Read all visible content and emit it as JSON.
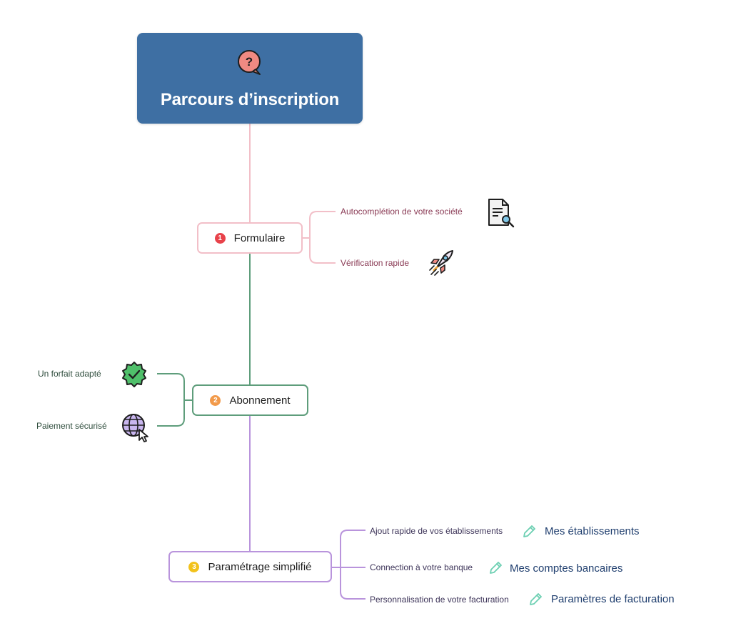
{
  "title": {
    "text": "Parcours d’inscription",
    "icon": "question-speech-bubble-icon"
  },
  "steps": [
    {
      "number": "1",
      "label": "Formulaire",
      "color": "#f2bfc8",
      "badge_color": "#e8424a",
      "items": [
        {
          "label": "Autocomplétion de votre société",
          "icon": "document-search-icon"
        },
        {
          "label": "Vérification rapide",
          "icon": "rocket-icon"
        }
      ]
    },
    {
      "number": "2",
      "label": "Abonnement",
      "color": "#5e9d7b",
      "badge_color": "#f29a4a",
      "items": [
        {
          "label": "Un forfait adapté",
          "icon": "verified-badge-icon"
        },
        {
          "label": "Paiement sécurisé",
          "icon": "globe-cursor-icon"
        }
      ]
    },
    {
      "number": "3",
      "label": "Paramétrage simplifié",
      "color": "#b994dc",
      "badge_color": "#f2c21b",
      "items": [
        {
          "label": "Ajout rapide de vos établissements",
          "icon": "pencil-icon",
          "link": "Mes établissements"
        },
        {
          "label": "Connection à votre banque",
          "icon": "pencil-icon",
          "link": "Mes comptes bancaires"
        },
        {
          "label": "Personnalisation de votre facturation",
          "icon": "pencil-icon",
          "link": "Paramètres de facturation"
        }
      ]
    }
  ]
}
